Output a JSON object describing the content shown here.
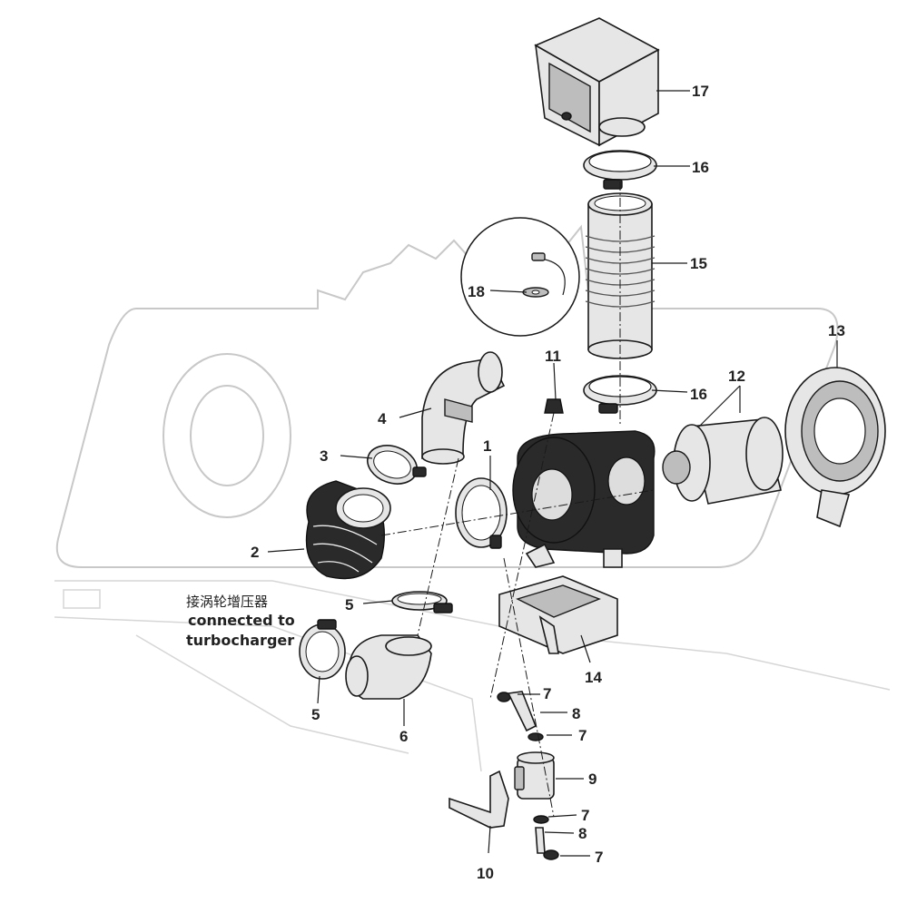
{
  "diagram": {
    "note_cn": "接涡轮增压器",
    "note_en_line1": "connected to",
    "note_en_line2": "turbocharger",
    "callouts": {
      "c1": "1",
      "c2": "2",
      "c3": "3",
      "c4": "4",
      "c5a": "5",
      "c5b": "5",
      "c6": "6",
      "c7a": "7",
      "c7b": "7",
      "c7c": "7",
      "c7d": "7",
      "c8a": "8",
      "c8b": "8",
      "c9": "9",
      "c10": "10",
      "c11": "11",
      "c12": "12",
      "c13": "13",
      "c14": "14",
      "c15": "15",
      "c16a": "16",
      "c16b": "16",
      "c17": "17",
      "c18": "18"
    }
  }
}
